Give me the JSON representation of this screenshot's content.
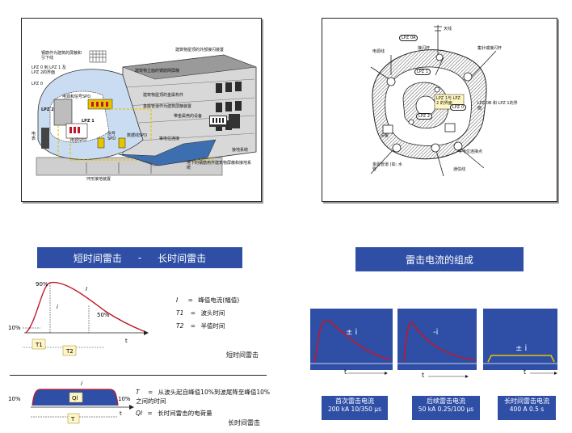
{
  "building_diagram": {
    "lbl_shielding": "钢筋作为建筑的屏蔽和引下线",
    "lbl_lpz01": "LPZ 0 到 LPZ 1 及 LPZ 2的界面",
    "lbl_lpz0": "LPZ 0",
    "lbl_roof": "建筑物屋顶的外部接闪装置",
    "lbl_facade": "建筑物立面的钢筋网屏蔽",
    "lbl_metal": "建筑物屋顶的金属构件",
    "lbl_power_spd": "电源和信号SPD",
    "lbl_lpz2": "LPZ 2",
    "lbl_lpz1": "LPZ 1",
    "lbl_spd_left": "电源SPD",
    "lbl_spd_mid": "信号SPD",
    "lbl_spd_right": "数据线SPD",
    "lbl_pipes": "金属管道作为建筑屏蔽装置",
    "lbl_equip": "带金属壳的设备",
    "lbl_bonding": "等电位连接",
    "lbl_grounding": "接地系统",
    "lbl_underground": "地下的钢筋用作建筑物屏蔽和接地系统",
    "lbl_ring": "环形接地装置",
    "lbl_meter": "电表"
  },
  "zone_diagram": {
    "lbl_antenna": "天线",
    "lbl_lpz0a": "LPZ 0A",
    "lbl_rod": "接闪杆",
    "lbl_cable": "电源线",
    "lbl_mast": "集针或接闪杆",
    "lbl_lpz1": "LPZ 1",
    "lbl_lpz12": "LPZ 1与 LPZ 2 的界面",
    "lbl_lpz2": "LPZ 2",
    "lbl_lpz0b": "LPZ 0B 和 LPZ 1的界面",
    "lbl_lpz0": "LPZ 0",
    "lbl_equip": "设备",
    "lbl_bonding": "等电位连接点",
    "lbl_pipe": "金属管道 (如: 水管",
    "lbl_signal": "通信线"
  },
  "slide_short": {
    "title_left": "短时间雷击",
    "title_dash": "-",
    "title_right": "长时间雷击",
    "curve": {
      "peak_label": "90%",
      "half_label": "50%",
      "ten_label": "10%",
      "i_label": "I",
      "t_label": "t",
      "t1_label": "T1",
      "t2_label": "T2",
      "i_curve_label": "i"
    },
    "legend": [
      {
        "sym": "I",
        "eq": "=",
        "text": "峰值电流(幅值)"
      },
      {
        "sym": "T1",
        "eq": "=",
        "text": "波头时间"
      },
      {
        "sym": "T2",
        "eq": "=",
        "text": "半值时间"
      }
    ],
    "caption_short": "短时间雷击",
    "long": {
      "i_label": "i",
      "ql_label": "Ql",
      "ten_left": "10%",
      "ten_right": "10%",
      "t_label": "t",
      "T_label": "T",
      "legend_T_sym": "T",
      "legend_T_eq": "=",
      "legend_T_text": "从波头起自峰值10%到波尾降至峰值10%之间的时间",
      "legend_Q_sym": "Ql",
      "legend_Q_eq": "=",
      "legend_Q_text": "长时间雷击的电荷量"
    },
    "caption_long": "长时间雷击"
  },
  "slide_components": {
    "title": "雷击电流的组成",
    "boxes": [
      {
        "sign": "± i",
        "t": "t",
        "name": "首次雷击电流",
        "value": "200 kA  10/350 μs"
      },
      {
        "sign": "-i",
        "t": "t",
        "name": "后续雷击电流",
        "value": "50 kA  0.25/100 μs"
      },
      {
        "sign": "± i",
        "t": "t",
        "name": "长时间雷击电流",
        "value": "400 A  0.5 s"
      }
    ]
  },
  "colors": {
    "accent": "#2f4fa6",
    "curve": "#c0182a",
    "yellow": "#e6c400"
  }
}
